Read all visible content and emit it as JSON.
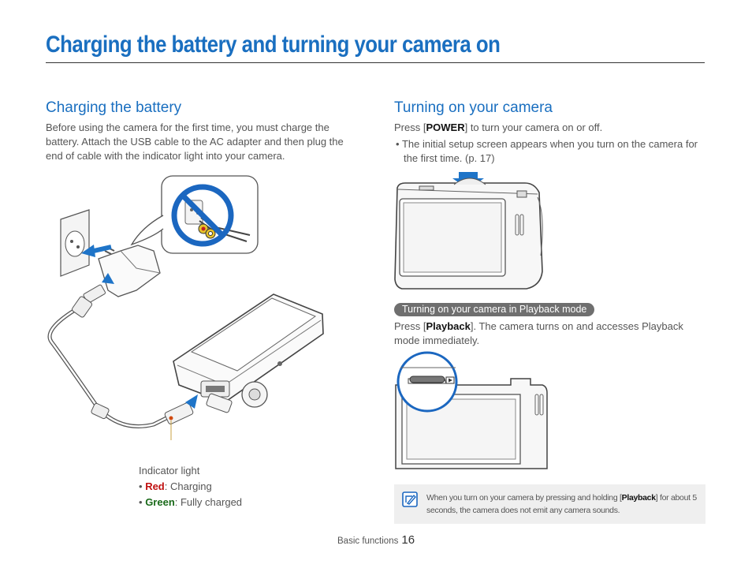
{
  "page": {
    "title": "Charging the battery and turning your camera on"
  },
  "charging": {
    "heading": "Charging the battery",
    "body": "Before using the camera for the first time, you must charge the battery. Attach the USB cable to the AC adapter and then plug the end of cable with the indicator light into your camera.",
    "indicator_title": "Indicator light",
    "red_label": "Red",
    "red_desc": ": Charging",
    "green_label": "Green",
    "green_desc": ": Fully charged",
    "bullet": "•"
  },
  "turning_on": {
    "heading": "Turning on your camera",
    "press_prefix": "Press [",
    "power_key": "POWER",
    "press_suffix": "] to turn your camera on or off.",
    "bullet_text": "The initial setup screen appears when you turn on the camera for the first time. (p. 17)",
    "bullet": "•"
  },
  "playback": {
    "pill": "Turning on your camera in Playback mode",
    "press_prefix": "Press [",
    "key": "Playback",
    "press_suffix": "]. The camera turns on and accesses Playback mode immediately."
  },
  "note": {
    "prefix": "When you turn on your camera by pressing and holding [",
    "key": "Playback",
    "suffix": "] for about 5 seconds, the camera does not emit any camera sounds.",
    "icon": "memo-pencil-icon"
  },
  "footer": {
    "section": "Basic functions",
    "page_number": "16"
  },
  "colors": {
    "accent_blue": "#1a6fc0",
    "arrow_blue": "#1e74c8",
    "prohibit_blue": "#1b67c0",
    "pill_gray": "#6f6f6f",
    "note_bg": "#efefef"
  }
}
